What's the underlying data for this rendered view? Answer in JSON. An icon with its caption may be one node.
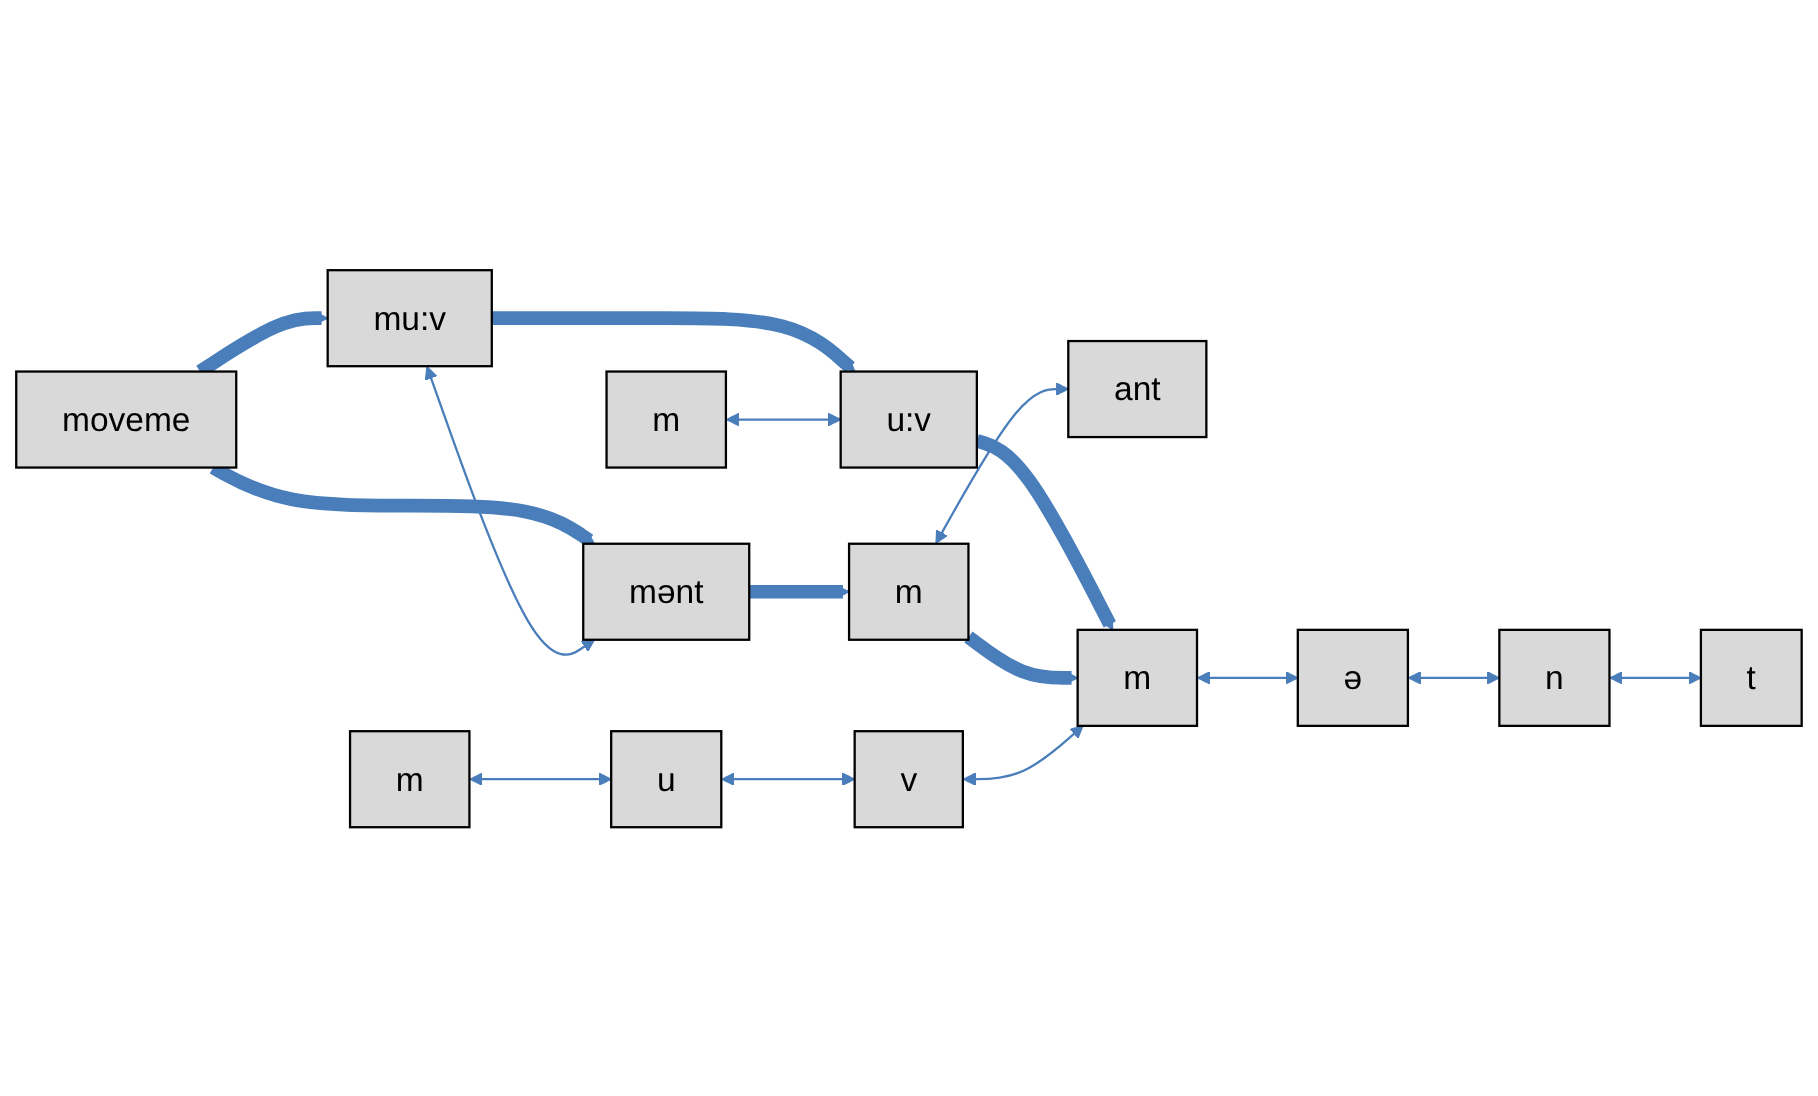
{
  "diagram": {
    "nodes": [
      {
        "text": [
          "moveme"
        ]
      },
      {
        "text": [
          "mu:v"
        ]
      },
      {
        "text": [
          "mənt"
        ]
      },
      {
        "text": [
          "m"
        ]
      },
      {
        "text": [
          "u:v"
        ]
      },
      {
        "text": [
          "m"
        ]
      },
      {
        "text": [
          "ant"
        ]
      },
      {
        "text": [
          "m"
        ]
      },
      {
        "text": [
          "u"
        ]
      },
      {
        "text": [
          "v"
        ]
      },
      {
        "text": [
          "m"
        ]
      },
      {
        "text": [
          "ə"
        ]
      },
      {
        "text": [
          "n"
        ]
      },
      {
        "text": [
          "t"
        ]
      }
    ],
    "edges": [
      {
        "from": 0,
        "to": 1,
        "arrow": "to",
        "style": "thick"
      },
      {
        "from": 0,
        "to": 2,
        "arrow": "to",
        "style": "thick"
      },
      {
        "from": 1,
        "to": 2,
        "arrow": "both"
      },
      {
        "from": 1,
        "to": 4,
        "arrow": "to",
        "style": "thick"
      },
      {
        "from": 2,
        "to": 5,
        "arrow": "to",
        "style": "thick"
      },
      {
        "from": 3,
        "to": 4,
        "arrow": "both"
      },
      {
        "from": 5,
        "to": 6,
        "arrow": "both"
      },
      {
        "from": 4,
        "to": 10,
        "arrow": "to",
        "style": "thick"
      },
      {
        "from": 5,
        "to": 10,
        "arrow": "to",
        "style": "thick"
      },
      {
        "from": 7,
        "to": 8,
        "arrow": "both"
      },
      {
        "from": 8,
        "to": 9,
        "arrow": "both"
      },
      {
        "from": 9,
        "to": 10,
        "arrow": "both"
      },
      {
        "from": 10,
        "to": 11,
        "arrow": "both"
      },
      {
        "from": 11,
        "to": 12,
        "arrow": "both"
      },
      {
        "from": 12,
        "to": 13,
        "arrow": "both"
      }
    ]
  }
}
